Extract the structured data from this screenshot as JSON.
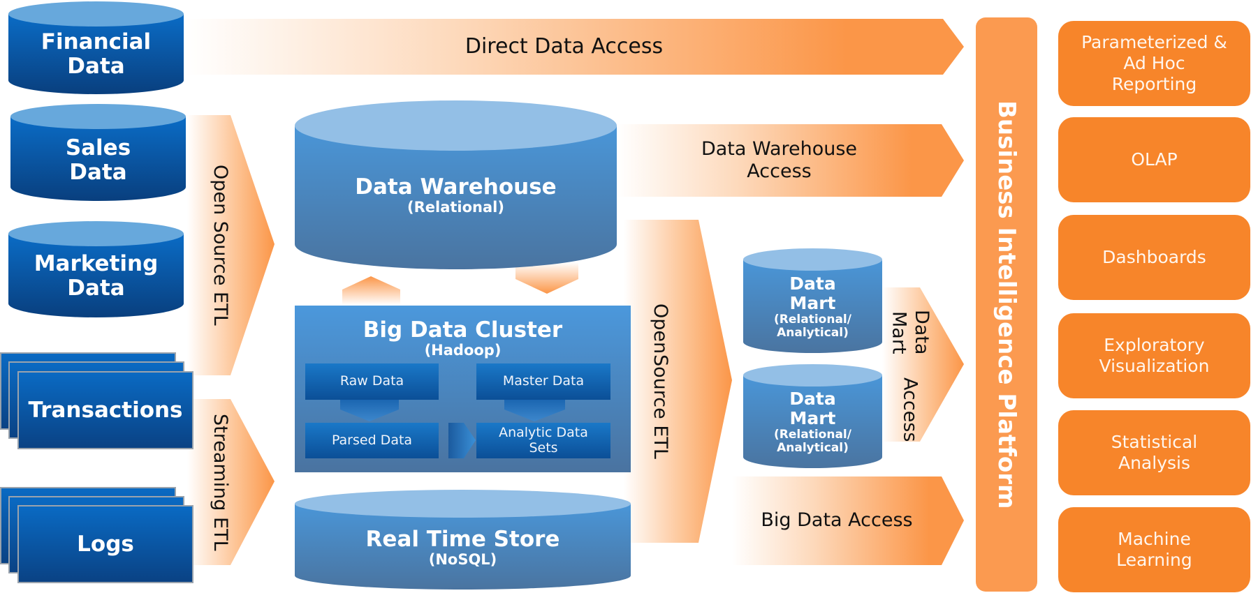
{
  "colors": {
    "source_blue": "#0a63b8",
    "store_blue": "#4a90cf",
    "store_top": "#93bfe6",
    "arrow_orange": "#fb9648",
    "bi_orange": "#f7852a",
    "bi_bar_orange": "#fb9a50"
  },
  "sources": {
    "financial": [
      "Financial",
      "Data"
    ],
    "sales": [
      "Sales",
      "Data"
    ],
    "marketing": [
      "Marketing",
      "Data"
    ],
    "transactions": "Transactions",
    "logs": "Logs"
  },
  "flows": {
    "direct_data_access": "Direct Data Access",
    "open_source_etl_left": "Open Source ETL",
    "streaming_etl": "Streaming ETL",
    "dw_access": [
      "Data Warehouse",
      "Access"
    ],
    "open_source_etl_mid": [
      "Open",
      "Source ETL"
    ],
    "data_mart_access": [
      "Data Mart",
      "Access"
    ],
    "big_data_access": "Big Data Access"
  },
  "stores": {
    "data_warehouse": {
      "title": "Data Warehouse",
      "subtitle": "(Relational)"
    },
    "big_data_cluster": {
      "title": "Big Data Cluster",
      "subtitle": "(Hadoop)",
      "stages": {
        "raw": "Raw Data",
        "master": "Master Data",
        "parsed": "Parsed Data",
        "analytic": [
          "Analytic Data",
          "Sets"
        ]
      }
    },
    "real_time_store": {
      "title": "Real Time Store",
      "subtitle": "(NoSQL)"
    },
    "data_marts": [
      {
        "title": [
          "Data",
          "Mart"
        ],
        "subtitle": [
          "(Relational/",
          "Analytical)"
        ]
      },
      {
        "title": [
          "Data",
          "Mart"
        ],
        "subtitle": [
          "(Relational/",
          "Analytical)"
        ]
      }
    ]
  },
  "bi_platform": {
    "label": "Business Intelligence Platform",
    "capabilities": [
      [
        "Parameterized &",
        "Ad Hoc",
        "Reporting"
      ],
      [
        "OLAP"
      ],
      [
        "Dashboards"
      ],
      [
        "Exploratory",
        "Visualization"
      ],
      [
        "Statistical",
        "Analysis"
      ],
      [
        "Machine",
        "Learning"
      ]
    ]
  }
}
